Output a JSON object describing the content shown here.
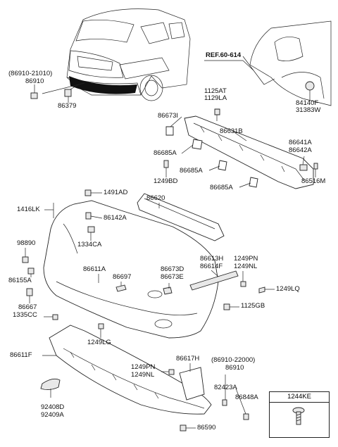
{
  "ref_label": "REF.60-614",
  "labels": {
    "p86910_21010": "(86910-21010)",
    "p86910": "86910",
    "p86379": "86379",
    "p1125AT": "1125AT",
    "p1129LA": "1129LA",
    "p84140F": "84140F",
    "p31383W": "31383W",
    "p86673I": "86673I",
    "p86631B": "86631B",
    "p86641A": "86641A",
    "p86642A": "86642A",
    "p86685A_1": "86685A",
    "p86685A_2": "86685A",
    "p86685A_3": "86685A",
    "p1249BD": "1249BD",
    "p86516M": "86516M",
    "p1491AD": "1491AD",
    "p86620": "86620",
    "p1416LK": "1416LK",
    "p86142A": "86142A",
    "p1334CA": "1334CA",
    "p98890": "98890",
    "p86155A": "86155A",
    "p86611A": "86611A",
    "p86697": "86697",
    "p86673D": "86673D",
    "p86673E": "86673E",
    "p86613H": "86613H",
    "p86614F": "86614F",
    "p1249PN_1": "1249PN",
    "p1249NL_1": "1249NL",
    "p1249LQ": "1249LQ",
    "p86667": "86667",
    "p1335CC": "1335CC",
    "p1125GB": "1125GB",
    "p1249LG": "1249LG",
    "p86611F": "86611F",
    "p86617H": "86617H",
    "p86910_22000": "(86910-22000)",
    "p86910b": "86910",
    "p1249PN_2": "1249PN",
    "p1249NL_2": "1249NL",
    "p82423A": "82423A",
    "p86848A": "86848A",
    "p92408D": "92408D",
    "p92409A": "92409A",
    "p86590": "86590"
  },
  "legend": {
    "title": "1244KE"
  }
}
